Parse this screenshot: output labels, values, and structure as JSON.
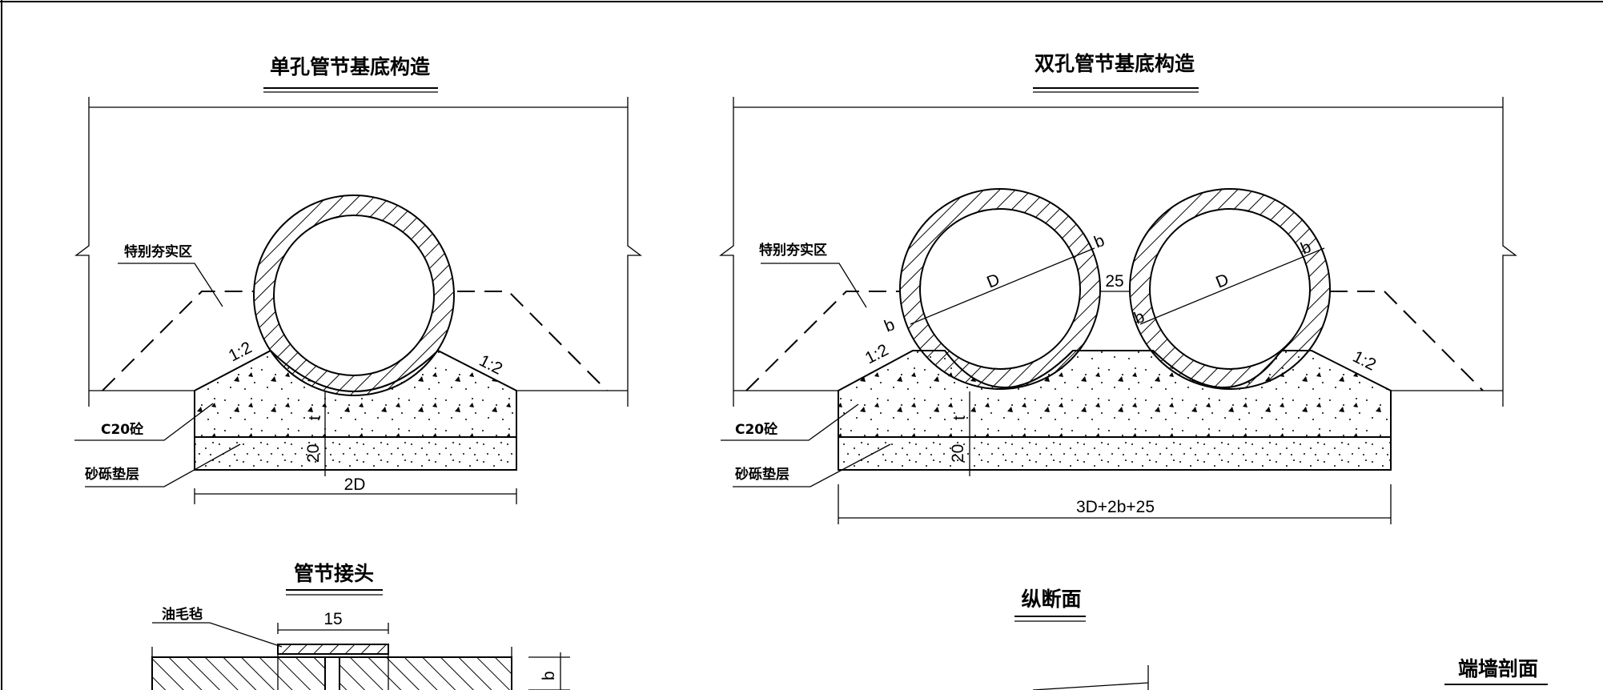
{
  "single": {
    "title": "单孔管节基底构造",
    "label_compact": "特别夯实区",
    "label_concrete": "C20砼",
    "label_gravel": "砂砾垫层",
    "slope_left": "1:2",
    "slope_right": "1:2",
    "dim_width": "2D",
    "dim_t": "t",
    "dim_20": "20"
  },
  "double": {
    "title": "双孔管节基底构造",
    "label_compact": "特别夯实区",
    "label_concrete": "C20砼",
    "label_gravel": "砂砾垫层",
    "slope_left": "1:2",
    "slope_right": "1:2",
    "dim_width": "3D+2b+25",
    "dim_t": "t",
    "dim_20": "20",
    "dim_gap": "25",
    "dim_D": "D",
    "dim_b": "b"
  },
  "joint": {
    "title": "管节接头",
    "label_felt": "油毛毡",
    "dim_15": "15",
    "dim_b": "b"
  },
  "longitudinal": {
    "title": "纵断面"
  },
  "endwall": {
    "title": "端墙剖面"
  }
}
